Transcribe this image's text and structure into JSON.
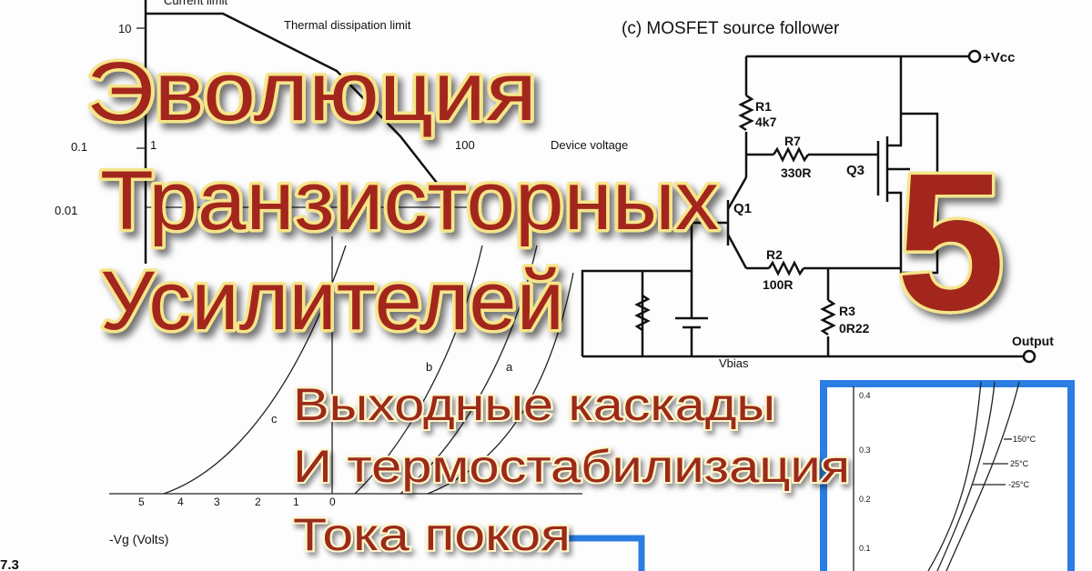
{
  "title": {
    "line1": "Эволюция",
    "line2": "Транзисторных",
    "line3": "Усилителей",
    "episode_number": "5"
  },
  "subtitle": {
    "line1": "Выходные каскады",
    "line2": "И термостабилизация",
    "line3": "Тока покоя"
  },
  "soa_graph": {
    "current_limit": "Current limit",
    "thermal_limit": "Thermal dissipation limit",
    "device_voltage": "Device voltage",
    "y_ticks": [
      "10",
      "0.1",
      "0.01"
    ],
    "x_ticks": [
      "1",
      "100"
    ]
  },
  "vg_graph": {
    "xlabel": "-Vg (Volts)",
    "x_ticks": [
      "5",
      "4",
      "3",
      "2",
      "1",
      "0"
    ],
    "curves": [
      "c",
      "b",
      "a"
    ],
    "figure_label": "7.3"
  },
  "circuit": {
    "caption": "(c) MOSFET source follower",
    "vcc": "+Vcc",
    "r1": "R1",
    "r1_value": "4k7",
    "r7": "R7",
    "r7_value": "330R",
    "q3": "Q3",
    "q1": "Q1",
    "r2": "R2",
    "r2_value": "100R",
    "r3": "R3",
    "r3_value": "0R22",
    "output": "Output",
    "vbias": "Vbias"
  },
  "temp_graph": {
    "y_ticks": [
      "0.4",
      "0.3",
      "0.2",
      "0.1"
    ],
    "curves": [
      "150°C",
      "25°C",
      "-25°C"
    ],
    "frame_color": "#2a7de1"
  },
  "colors": {
    "title_fill": "#a3281a",
    "title_outline": "#f6e58a"
  }
}
